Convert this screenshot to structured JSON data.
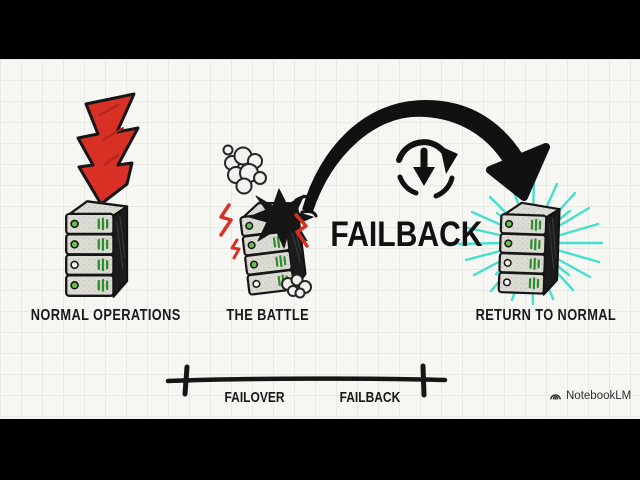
{
  "headline": "FAILBACK",
  "stages": {
    "normal": "NORMAL OPERATIONS",
    "battle": "THE BATTLE",
    "restored": "RETURN TO NORMAL"
  },
  "timeline": {
    "failover": "FAILOVER",
    "failback": "FAILBACK"
  },
  "watermark": "NotebookLM",
  "colors": {
    "letterbox": "#000000",
    "paper": "#f6f6f3",
    "grid": "#e9e9e4",
    "ink": "#161616",
    "bolt_red": "#d93025",
    "spark_red": "#d93025",
    "led_green": "#6cc04a",
    "glow_cyan": "#43e0cd",
    "server_front": "#dcdcd5",
    "server_side": "#1b1b1b"
  }
}
